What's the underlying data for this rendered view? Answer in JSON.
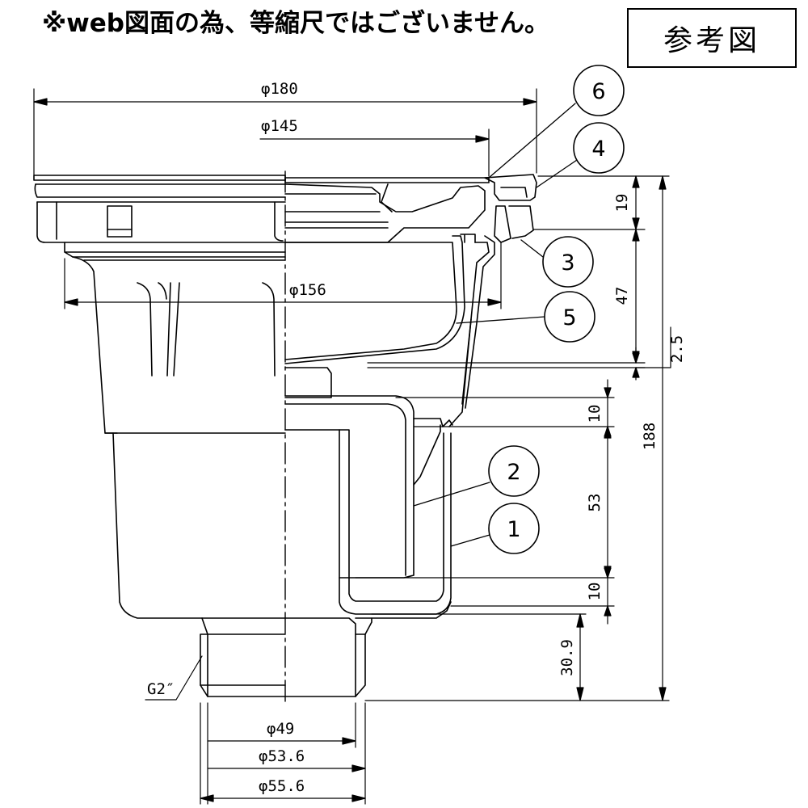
{
  "header": {
    "notice": "※web図面の為、等縮尺ではございません。",
    "reference_label": "参考図"
  },
  "dimensions": {
    "d180": "φ180",
    "d145": "φ145",
    "d156": "φ156",
    "d49": "φ49",
    "d53_6": "φ53.6",
    "d55_6": "φ55.6",
    "h19": "19",
    "h47": "47",
    "h2_5": "2.5",
    "h188": "188",
    "h10_top": "10",
    "h53": "53",
    "h10_bottom": "10",
    "h30_9": "30.9",
    "thread": "G2″"
  },
  "balloons": {
    "b1": "1",
    "b2": "2",
    "b3": "3",
    "b4": "4",
    "b5": "5",
    "b6": "6"
  }
}
